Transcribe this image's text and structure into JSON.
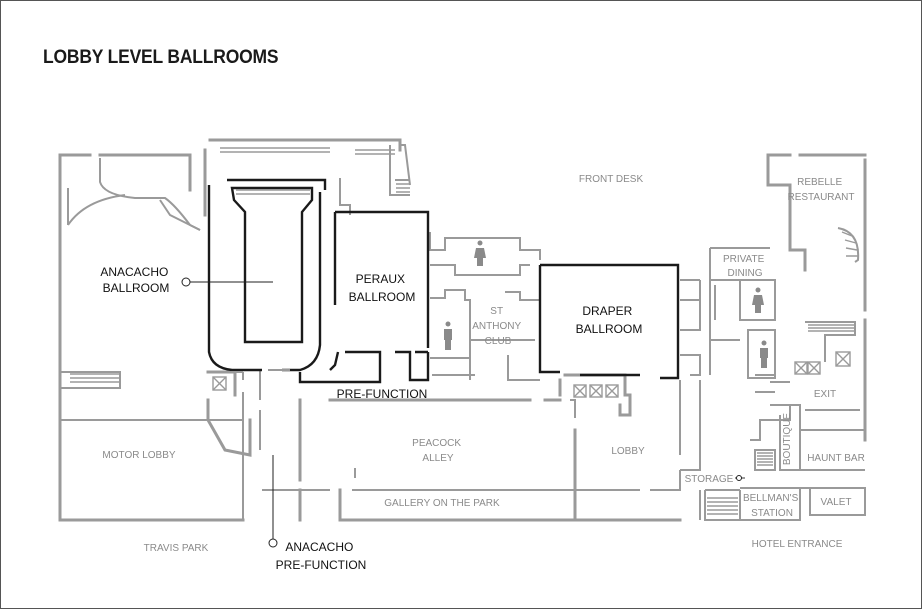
{
  "title": "LOBBY LEVEL BALLROOMS",
  "rooms": {
    "anacacho_ballroom": [
      "ANACACHO",
      "BALLROOM"
    ],
    "peraux_ballroom": [
      "PERAUX",
      "BALLROOM"
    ],
    "draper_ballroom": [
      "DRAPER",
      "BALLROOM"
    ],
    "pre_function": "PRE-FUNCTION",
    "anacacho_pre_function": [
      "ANACACHO",
      "PRE-FUNCTION"
    ]
  },
  "areas": {
    "front_desk": "FRONT DESK",
    "rebelle_restaurant": [
      "REBELLE",
      "RESTAURANT"
    ],
    "private_dining": [
      "PRIVATE",
      "DINING"
    ],
    "st_anthony_club": [
      "ST",
      "ANTHONY",
      "CLUB"
    ],
    "exit": "EXIT",
    "boutique": "BOUTIQUE",
    "haunt_bar": "HAUNT BAR",
    "motor_lobby": "MOTOR LOBBY",
    "peacock_alley": [
      "PEACOCK",
      "ALLEY"
    ],
    "lobby": "LOBBY",
    "storage": "STORAGE",
    "gallery_on_the_park": "GALLERY ON THE PARK",
    "bellmans_station": [
      "BELLMAN'S",
      "STATION"
    ],
    "valet": "VALET",
    "travis_park": "TRAVIS PARK",
    "hotel_entrance": "HOTEL ENTRANCE"
  },
  "icons": [
    "restroom-women-icon",
    "restroom-men-icon",
    "elevator-icon",
    "stairs-icon"
  ]
}
